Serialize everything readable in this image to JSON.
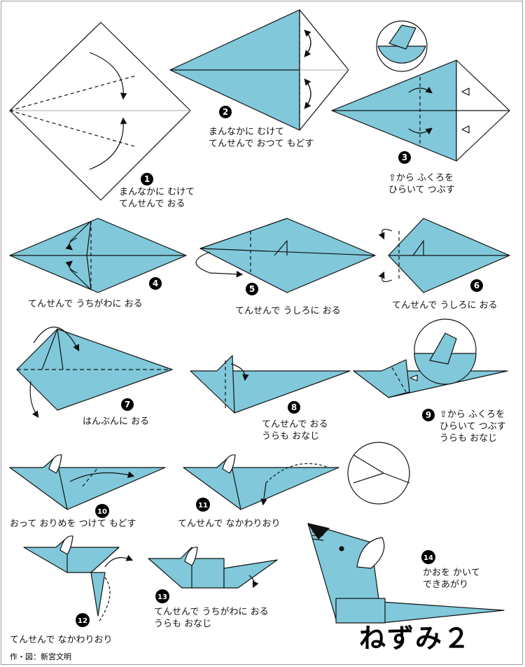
{
  "title": "ねずみ２",
  "credit": "作・図：新宮文明",
  "colors": {
    "paper": "#80c8da",
    "line": "#111111",
    "page": "#ffffff"
  },
  "steps": [
    {
      "num": "1",
      "lines": [
        "まんなかに むけて",
        "てんせんで おる"
      ]
    },
    {
      "num": "2",
      "lines": [
        "まんなかに むけて",
        "てんせんで おつて もどす"
      ]
    },
    {
      "num": "3",
      "lines": [
        "⇧から ふくろを",
        "ひらいて つぶす"
      ]
    },
    {
      "num": "4",
      "lines": [
        "てんせんで うちがわに おる"
      ]
    },
    {
      "num": "5",
      "lines": [
        "てんせんで うしろに おる"
      ]
    },
    {
      "num": "6",
      "lines": [
        "てんせんで うしろに おる"
      ]
    },
    {
      "num": "7",
      "lines": [
        "はんぶんに おる"
      ]
    },
    {
      "num": "8",
      "lines": [
        "てんせんで おる",
        "うらも おなじ"
      ]
    },
    {
      "num": "9",
      "lines": [
        "⇧から ふくろを",
        "ひらいて つぶす",
        "うらも おなじ"
      ]
    },
    {
      "num": "10",
      "lines": [
        "おって おりめを つけて もどす"
      ]
    },
    {
      "num": "11",
      "lines": [
        "てんせんで なかわりおり"
      ]
    },
    {
      "num": "12",
      "lines": [
        "てんせんで なかわりおり"
      ]
    },
    {
      "num": "13",
      "lines": [
        "てんせんで うちがわに おる",
        "うらも おなじ"
      ]
    },
    {
      "num": "14",
      "lines": [
        "かおを かいて",
        "できあがり"
      ]
    }
  ]
}
